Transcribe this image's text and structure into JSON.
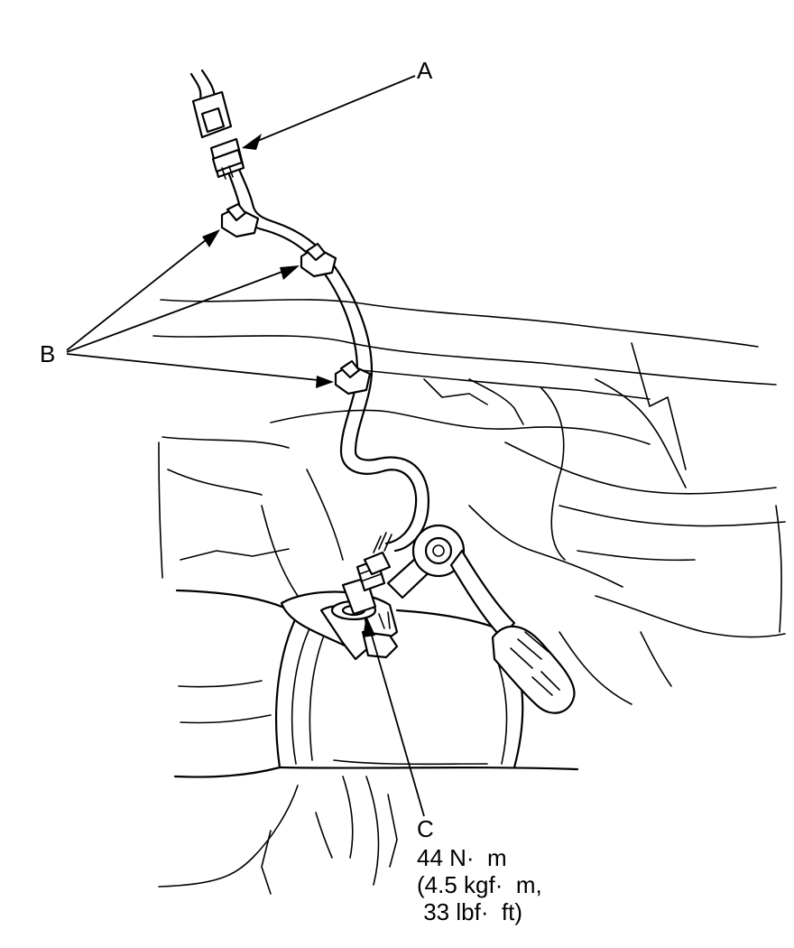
{
  "callouts": {
    "a": "A",
    "b": "B",
    "c": "C"
  },
  "torque_spec": {
    "line1": "44 N·  m",
    "line2": "(4.5 kgf·  m,",
    "line3": " 33 lbf·  ft)"
  }
}
